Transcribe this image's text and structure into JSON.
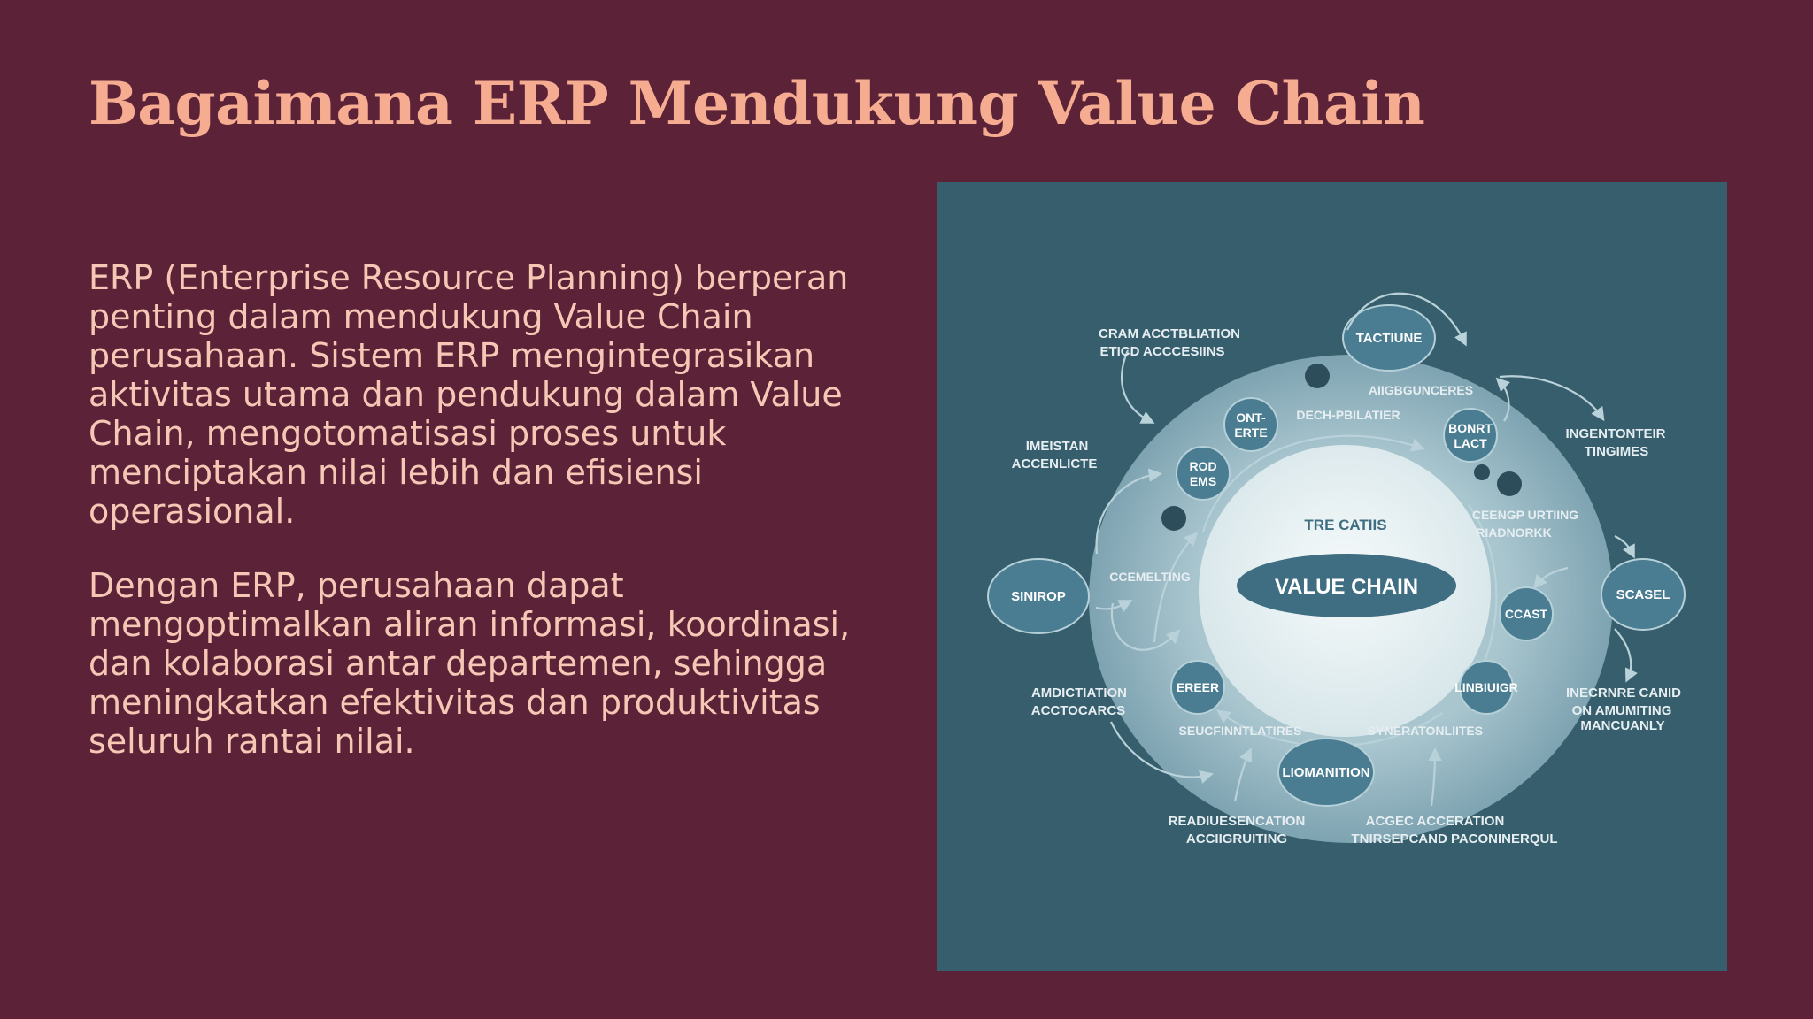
{
  "slide": {
    "title": "Bagaimana ERP Mendukung Value Chain",
    "paragraph1": "ERP (Enterprise Resource Planning) berperan penting dalam mendukung Value Chain perusahaan. Sistem ERP mengintegrasikan aktivitas utama dan pendukung dalam Value Chain, mengotomatisasi proses untuk menciptakan nilai lebih dan efisiensi operasional.",
    "paragraph2": "Dengan ERP, perusahaan dapat mengoptimalkan aliran informasi, koordinasi, dan kolaborasi antar departemen, sehingga meningkatkan efektivitas dan produktivitas seluruh rantai nilai."
  },
  "diagram": {
    "center_small": "TRE CATIIS",
    "center_main": "VALUE CHAIN",
    "nodes": {
      "tactiune": "TACTIUNE",
      "ont_erte": [
        "ONT-",
        "ERTE"
      ],
      "rod_ems": [
        "ROD",
        "EMS"
      ],
      "bonrt_lact": [
        "BONRT",
        "LACT"
      ],
      "siniop": "SINIROP",
      "scasel": "SCASEL",
      "ccast": "CCAST",
      "ereer": "EREER",
      "linbiuigr": "LINBIUIGR",
      "liomanition": "LIOMANITION"
    },
    "labels": {
      "cram": [
        "CRAM ACCTBLIATION",
        "ETICD ACCCESIINS"
      ],
      "aiigb": "AIIGBGUNCERES",
      "dech": "DECH-PBILATIER",
      "imeistan": [
        "IMEISTAN",
        "ACCENLICTE"
      ],
      "ingento": [
        "INGENTONTEIR",
        "TINGIMES"
      ],
      "ceengp": [
        "CEENGP URTIING",
        "RIADNORKK"
      ],
      "ceemelting": "CCEMELTING",
      "amdictiation": [
        "AMDICTIATION",
        "ACCTOCARCS"
      ],
      "inecrnre": [
        "INECRNRE CANID",
        "ON AMUMITING",
        "MANCUANLY"
      ],
      "seucf": "SEUCFINNTLATIRES",
      "synerat": "SYNERATONLIITES",
      "readiue": [
        "READIUESENCATION",
        "ACCIIGRUITING"
      ],
      "acgec": [
        "ACGEC ACCERATION",
        "TNIRSEPCAND PACONINERQUL"
      ]
    }
  },
  "colors": {
    "background": "#5b2238",
    "title": "#f6ac90",
    "body_text": "#f6c7b5",
    "diagram_bg": "#365e6c",
    "ring": "#8db0bd",
    "center_disc": "#e9f1f2",
    "center_pill": "#3f6e82"
  }
}
